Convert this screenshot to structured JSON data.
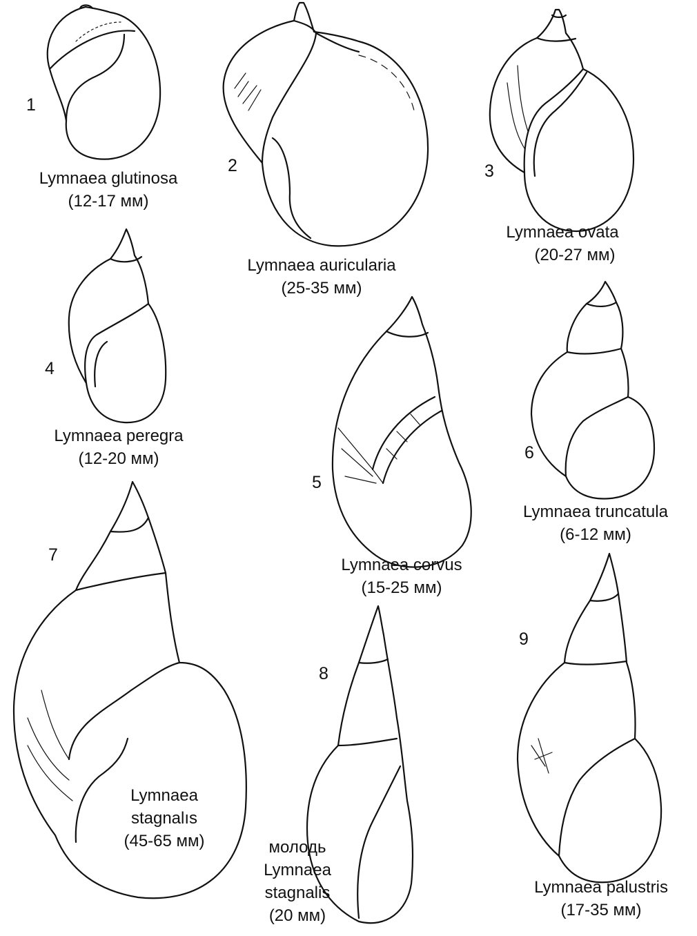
{
  "shells": [
    {
      "id": "shell-1",
      "number": "1",
      "name": "Lymnaea glutinosa",
      "size": "(12-17 мм)"
    },
    {
      "id": "shell-2",
      "number": "2",
      "name": "Lymnaea auricularia",
      "size": "(25-35 мм)"
    },
    {
      "id": "shell-3",
      "number": "3",
      "name": "Lymnaea ovata",
      "size": "(20-27 мм)"
    },
    {
      "id": "shell-4",
      "number": "4",
      "name": "Lymnaea peregra",
      "size": "(12-20 мм)"
    },
    {
      "id": "shell-5",
      "number": "5",
      "name": "Lymnaea corvus",
      "size": "(15-25 мм)"
    },
    {
      "id": "shell-6",
      "number": "6",
      "name": "Lymnaea truncatula",
      "size": "(6-12 мм)"
    },
    {
      "id": "shell-7",
      "number": "7",
      "name_line1": "Lymnaea",
      "name_line2": "stagnalıs",
      "size": "(45-65 мм)"
    },
    {
      "id": "shell-8",
      "number": "8",
      "prefix": "молодь",
      "name_line1": "Lymnaea",
      "name_line2": "stagnalis",
      "size": "(20 мм)"
    },
    {
      "id": "shell-9",
      "number": "9",
      "name": "Lymnaea palustris",
      "size": "(17-35 мм)"
    }
  ]
}
